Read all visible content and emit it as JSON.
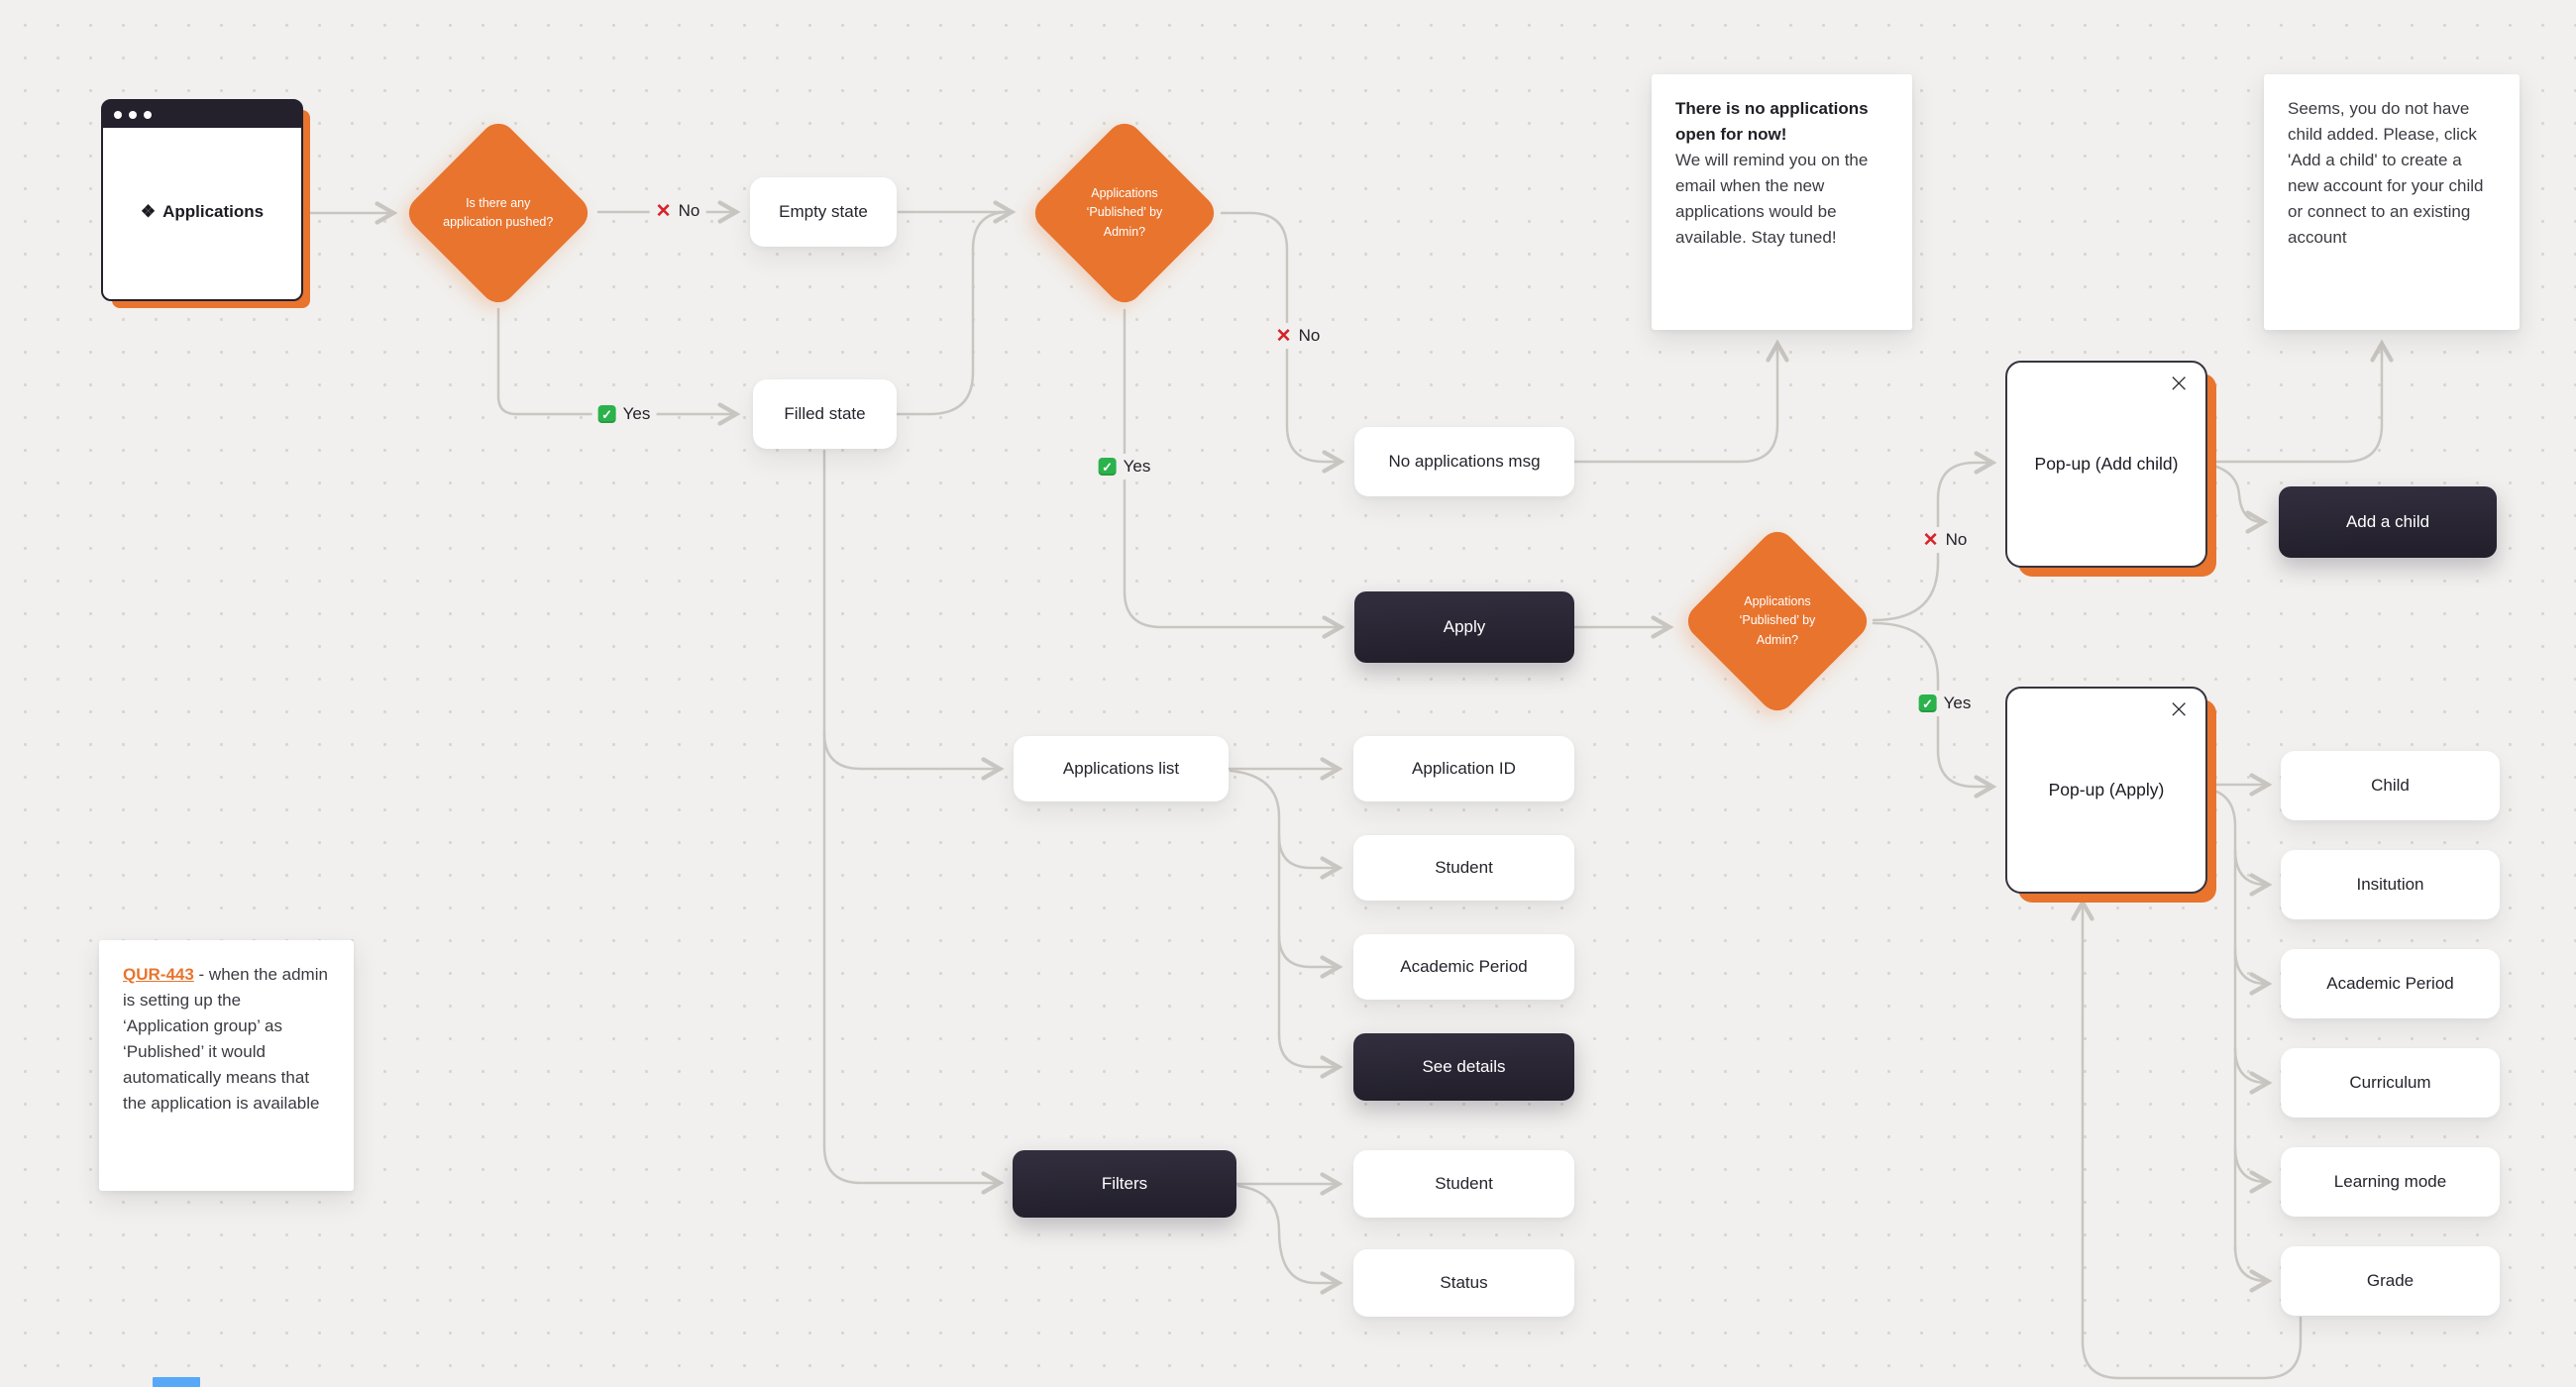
{
  "canvas": {
    "bg_color": "#f1f0ee",
    "accent_orange": "#e8742e",
    "dark_color": "#262230",
    "line_color": "#c9c6c2",
    "x_red": "#d8222a",
    "check_green": "#2bb24c",
    "artifact_blue": "#57a9f8"
  },
  "icons": {
    "flow_app": "❖",
    "close": "×",
    "x_mark": "✕",
    "check": "✓"
  },
  "edge_labels": {
    "yes": "Yes",
    "no": "No"
  },
  "nodes": {
    "browser": {
      "title": "Applications"
    },
    "diamond1": {
      "label": "Is there any application pushed?"
    },
    "empty_state": {
      "label": "Empty state"
    },
    "filled_state": {
      "label": "Filled state"
    },
    "diamond2": {
      "label": "Applications ‘Published’ by Admin?"
    },
    "no_apps_msg": {
      "label": "No applications msg"
    },
    "apply": {
      "label": "Apply"
    },
    "diamond3": {
      "label": "Applications ‘Published’ by Admin?"
    },
    "popup_add_child": {
      "label": "Pop-up (Add child)"
    },
    "add_a_child": {
      "label": "Add a child"
    },
    "popup_apply": {
      "label": "Pop-up (Apply)"
    },
    "applications_list": {
      "label": "Applications list"
    },
    "application_id": {
      "label": "Application ID"
    },
    "student_list": {
      "label": "Student"
    },
    "academic_period_list": {
      "label": "Academic Period"
    },
    "see_details": {
      "label": "See details"
    },
    "filters": {
      "label": "Filters"
    },
    "student_filter": {
      "label": "Student"
    },
    "status_filter": {
      "label": "Status"
    },
    "child": {
      "label": "Child"
    },
    "insitution": {
      "label": "Insitution"
    },
    "academic_period_apply": {
      "label": "Academic Period"
    },
    "curriculum": {
      "label": "Curriculum"
    },
    "learning_mode": {
      "label": "Learning mode"
    },
    "grade": {
      "label": "Grade"
    }
  },
  "notes": {
    "no_apps_note": {
      "title": "There is no applications open for now!",
      "body": "We will remind you on the email when the new applications would be available. Stay tuned!"
    },
    "add_child_note": {
      "body": "Seems, you do not have child added. Please, click 'Add a child' to create a new account for your child or connect to an existing account"
    },
    "qur_note": {
      "link": "QUR-443",
      "body": " - when the admin is setting up the ‘Application group’ as ‘Published’ it would automatically means that the application is available"
    }
  }
}
